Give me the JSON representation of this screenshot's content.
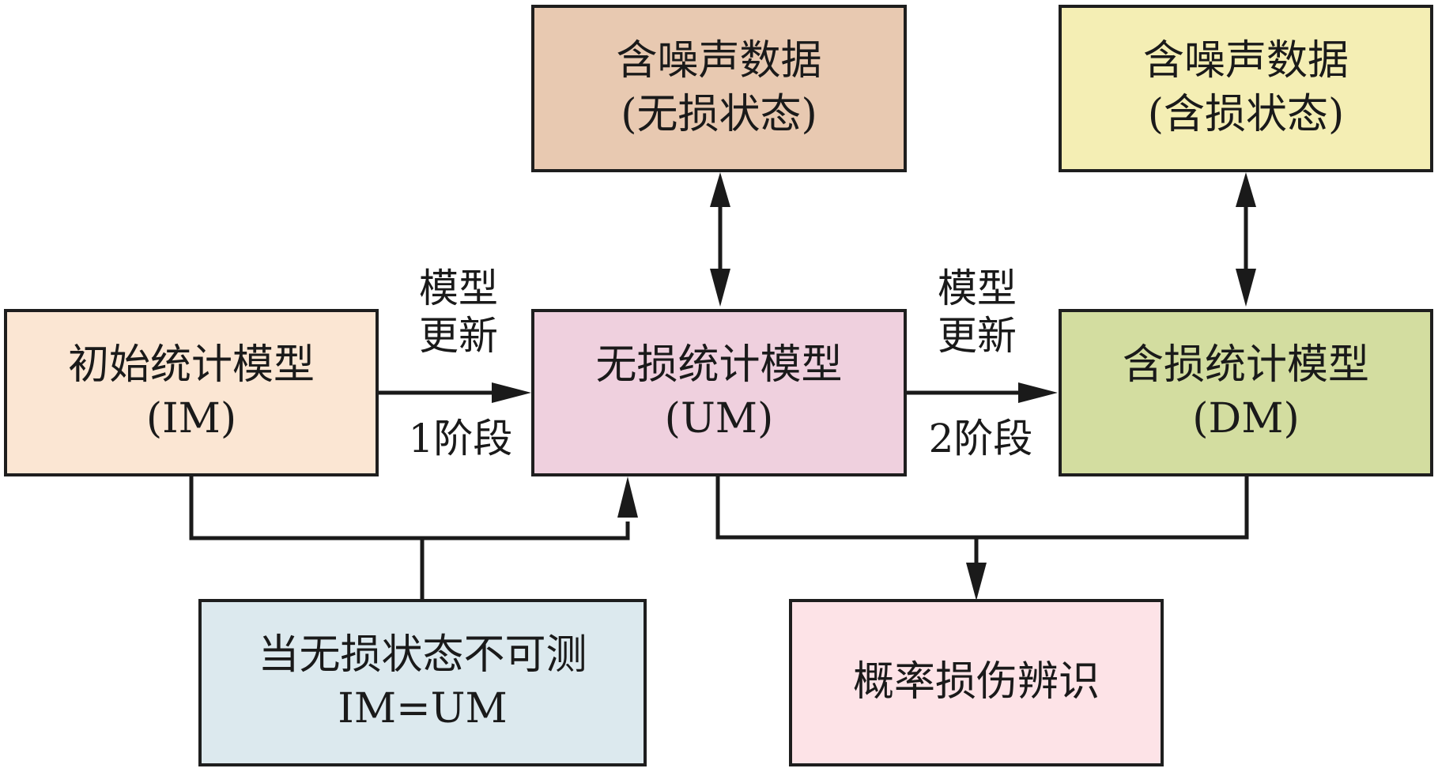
{
  "diagram": {
    "nodes": {
      "noisy_undamaged": {
        "line1": "含噪声数据",
        "line2": "(无损状态)",
        "color": "#e8c9b1"
      },
      "noisy_damaged": {
        "line1": "含噪声数据",
        "line2": "(含损状态)",
        "color": "#f4eeb4"
      },
      "initial_model": {
        "line1": "初始统计模型",
        "line2": "(IM)",
        "color": "#fbe6d3"
      },
      "undamaged_model": {
        "line1": "无损统计模型",
        "line2": "(UM)",
        "color": "#efd0de"
      },
      "damaged_model": {
        "line1": "含损统计模型",
        "line2": "(DM)",
        "color": "#d3dda0"
      },
      "condition": {
        "line1": "当无损状态不可测",
        "line2": "IM=UM",
        "color": "#dce9ee"
      },
      "identification": {
        "line1": "概率损伤辨识",
        "color": "#fde3e7"
      }
    },
    "edge_labels": {
      "stage1_top1": "模型",
      "stage1_top2": "更新",
      "stage1_bottom": "1阶段",
      "stage2_top1": "模型",
      "stage2_top2": "更新",
      "stage2_bottom": "2阶段"
    },
    "edges": [
      {
        "from": "initial_model",
        "to": "undamaged_model",
        "type": "arrow"
      },
      {
        "from": "undamaged_model",
        "to": "damaged_model",
        "type": "arrow"
      },
      {
        "from": "noisy_undamaged",
        "to": "undamaged_model",
        "type": "bidirectional"
      },
      {
        "from": "noisy_damaged",
        "to": "damaged_model",
        "type": "bidirectional"
      },
      {
        "from": "condition",
        "to": "undamaged_model",
        "type": "arrow",
        "via": "initial_model"
      },
      {
        "from": "undamaged_model",
        "to": "identification",
        "type": "arrow",
        "merge_with": "damaged_model"
      }
    ]
  }
}
